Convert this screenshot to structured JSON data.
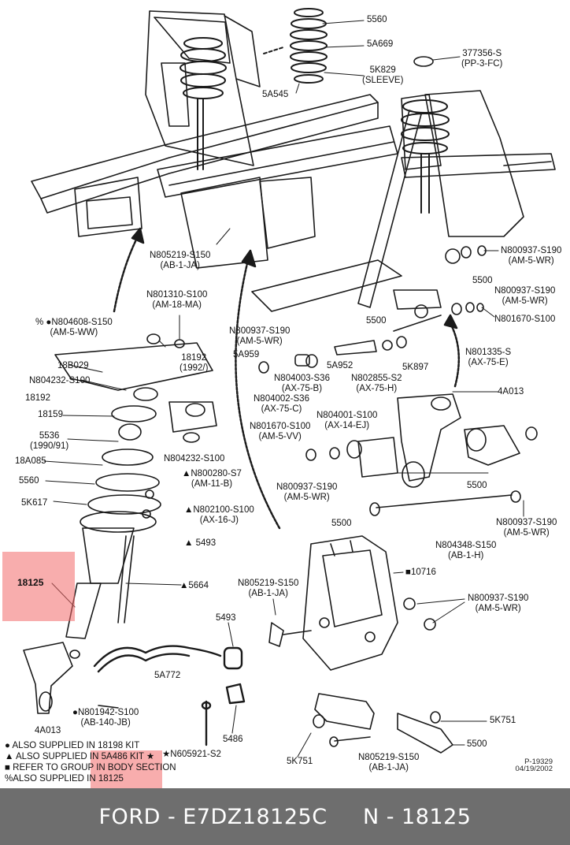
{
  "labels": [
    {
      "key": "5560_top",
      "lines": [
        "5560"
      ]
    },
    {
      "key": "5A669",
      "lines": [
        "5A669"
      ]
    },
    {
      "key": "5K829",
      "lines": [
        "5K829",
        "(SLEEVE)"
      ]
    },
    {
      "key": "377356",
      "lines": [
        "377356-S",
        "(PP-3-FC)"
      ]
    },
    {
      "key": "5A545",
      "lines": [
        "5A545"
      ]
    },
    {
      "key": "N805219_top",
      "lines": [
        "N805219-S150",
        "(AB-1-JA)"
      ]
    },
    {
      "key": "N800937_r1",
      "lines": [
        "N800937-S190",
        "(AM-5-WR)"
      ]
    },
    {
      "key": "5500_r1",
      "lines": [
        "5500"
      ]
    },
    {
      "key": "N800937_r2",
      "lines": [
        "N800937-S190",
        "(AM-5-WR)"
      ]
    },
    {
      "key": "N801670_r",
      "lines": [
        "N801670-S100"
      ]
    },
    {
      "key": "5500_r2",
      "lines": [
        "5500"
      ]
    },
    {
      "key": "N801310",
      "lines": [
        "N801310-S100",
        "(AM-18-MA)"
      ]
    },
    {
      "key": "N804608",
      "lines": [
        "% ●N804608-S150",
        "(AM-5-WW)"
      ]
    },
    {
      "key": "N800937_m",
      "lines": [
        "N800937-S190",
        "(AM-5-WR)"
      ]
    },
    {
      "key": "N801335",
      "lines": [
        "N801335-S",
        "(AX-75-E)"
      ]
    },
    {
      "key": "18B029",
      "lines": [
        "18B029"
      ]
    },
    {
      "key": "18192_1992",
      "lines": [
        "18192",
        "(1992/)"
      ]
    },
    {
      "key": "5A959",
      "lines": [
        "5A959"
      ]
    },
    {
      "key": "5A952",
      "lines": [
        "5A952"
      ]
    },
    {
      "key": "5K897",
      "lines": [
        "5K897"
      ]
    },
    {
      "key": "N804232_top",
      "lines": [
        "N804232-S100"
      ]
    },
    {
      "key": "N804003",
      "lines": [
        "N804003-S36",
        "(AX-75-B)"
      ]
    },
    {
      "key": "N802855",
      "lines": [
        "N802855-S2",
        "(AX-75-H)"
      ]
    },
    {
      "key": "18192",
      "lines": [
        "18192"
      ]
    },
    {
      "key": "N804002",
      "lines": [
        "N804002-S36",
        "(AX-75-C)"
      ]
    },
    {
      "key": "4A013_r",
      "lines": [
        "4A013"
      ]
    },
    {
      "key": "18159",
      "lines": [
        "18159"
      ]
    },
    {
      "key": "N804001",
      "lines": [
        "N804001-S100",
        "(AX-14-EJ)"
      ]
    },
    {
      "key": "N801670_m",
      "lines": [
        "N801670-S100",
        "(AM-5-VV)"
      ]
    },
    {
      "key": "5536",
      "lines": [
        "5536",
        "(1990/91)"
      ]
    },
    {
      "key": "N804232_bot",
      "lines": [
        "N804232-S100"
      ]
    },
    {
      "key": "18A085",
      "lines": [
        "18A085"
      ]
    },
    {
      "key": "N800280",
      "lines": [
        "▲N800280-S7",
        "(AM-11-B)"
      ]
    },
    {
      "key": "5560_mid",
      "lines": [
        "5560"
      ]
    },
    {
      "key": "N800937_c",
      "lines": [
        "N800937-S190",
        "(AM-5-WR)"
      ]
    },
    {
      "key": "5500_mid",
      "lines": [
        "5500"
      ]
    },
    {
      "key": "5K617",
      "lines": [
        "5K617"
      ]
    },
    {
      "key": "N802100",
      "lines": [
        "▲N802100-S100",
        "(AX-16-J)"
      ]
    },
    {
      "key": "N800937_r3",
      "lines": [
        "N800937-S190",
        "(AM-5-WR)"
      ]
    },
    {
      "key": "5500_low",
      "lines": [
        "5500"
      ]
    },
    {
      "key": "N804348",
      "lines": [
        "N804348-S150",
        "(AB-1-H)"
      ]
    },
    {
      "key": "5493_tri",
      "lines": [
        "▲ 5493"
      ]
    },
    {
      "key": "10716",
      "lines": [
        "■10716"
      ]
    },
    {
      "key": "18125",
      "lines": [
        "18125"
      ]
    },
    {
      "key": "5664",
      "lines": [
        "▲5664"
      ]
    },
    {
      "key": "N805219_mid",
      "lines": [
        "N805219-S150",
        "(AB-1-JA)"
      ]
    },
    {
      "key": "N800937_r4",
      "lines": [
        "N800937-S190",
        "(AM-5-WR)"
      ]
    },
    {
      "key": "5493",
      "lines": [
        "5493"
      ]
    },
    {
      "key": "5A772",
      "lines": [
        "5A772"
      ]
    },
    {
      "key": "N801942",
      "lines": [
        "●N801942-S100",
        "(AB-140-JB)"
      ]
    },
    {
      "key": "4A013_l",
      "lines": [
        "4A013"
      ]
    },
    {
      "key": "5K751_r",
      "lines": [
        "5K751"
      ]
    },
    {
      "key": "5486",
      "lines": [
        "5486"
      ]
    },
    {
      "key": "5500_bot",
      "lines": [
        "5500"
      ]
    },
    {
      "key": "N605921",
      "lines": [
        "★N605921-S2"
      ]
    },
    {
      "key": "N805219_bot",
      "lines": [
        "N805219-S150",
        "(AB-1-JA)"
      ]
    },
    {
      "key": "5K751_l",
      "lines": [
        "5K751"
      ]
    }
  ],
  "legend": [
    "● ALSO SUPPLIED IN 18198 KIT",
    "▲ ALSO SUPPLIED IN 5A486 KIT ★",
    "■ REFER TO GROUP IN BODY SECTION",
    "%ALSO SUPPLIED IN 18125"
  ],
  "reference": {
    "code": "P-19329",
    "date": "04/19/2002"
  },
  "footer": {
    "text": "FORD - E7DZ18125C     N - 18125"
  },
  "colors": {
    "highlight": "#f26969",
    "footer_bg": "#6e6e6e",
    "footer_text": "#ffffff",
    "ink": "#1a1a1a"
  }
}
